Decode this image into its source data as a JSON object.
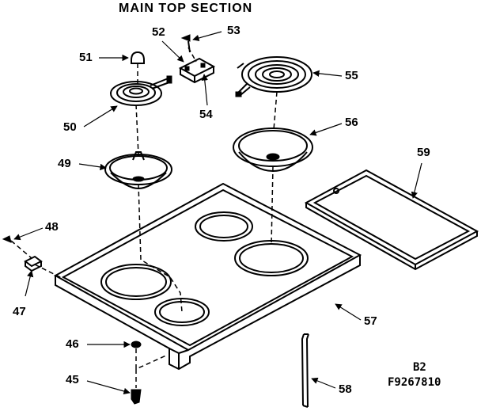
{
  "title": "MAIN TOP SECTION",
  "parts": {
    "p45": "45",
    "p46": "46",
    "p47": "47",
    "p48": "48",
    "p49": "49",
    "p50": "50",
    "p51": "51",
    "p52": "52",
    "p53": "53",
    "p54": "54",
    "p55": "55",
    "p56": "56",
    "p57": "57",
    "p58": "58",
    "p59": "59"
  },
  "footer": {
    "page": "B2",
    "figure": "F9267810"
  }
}
